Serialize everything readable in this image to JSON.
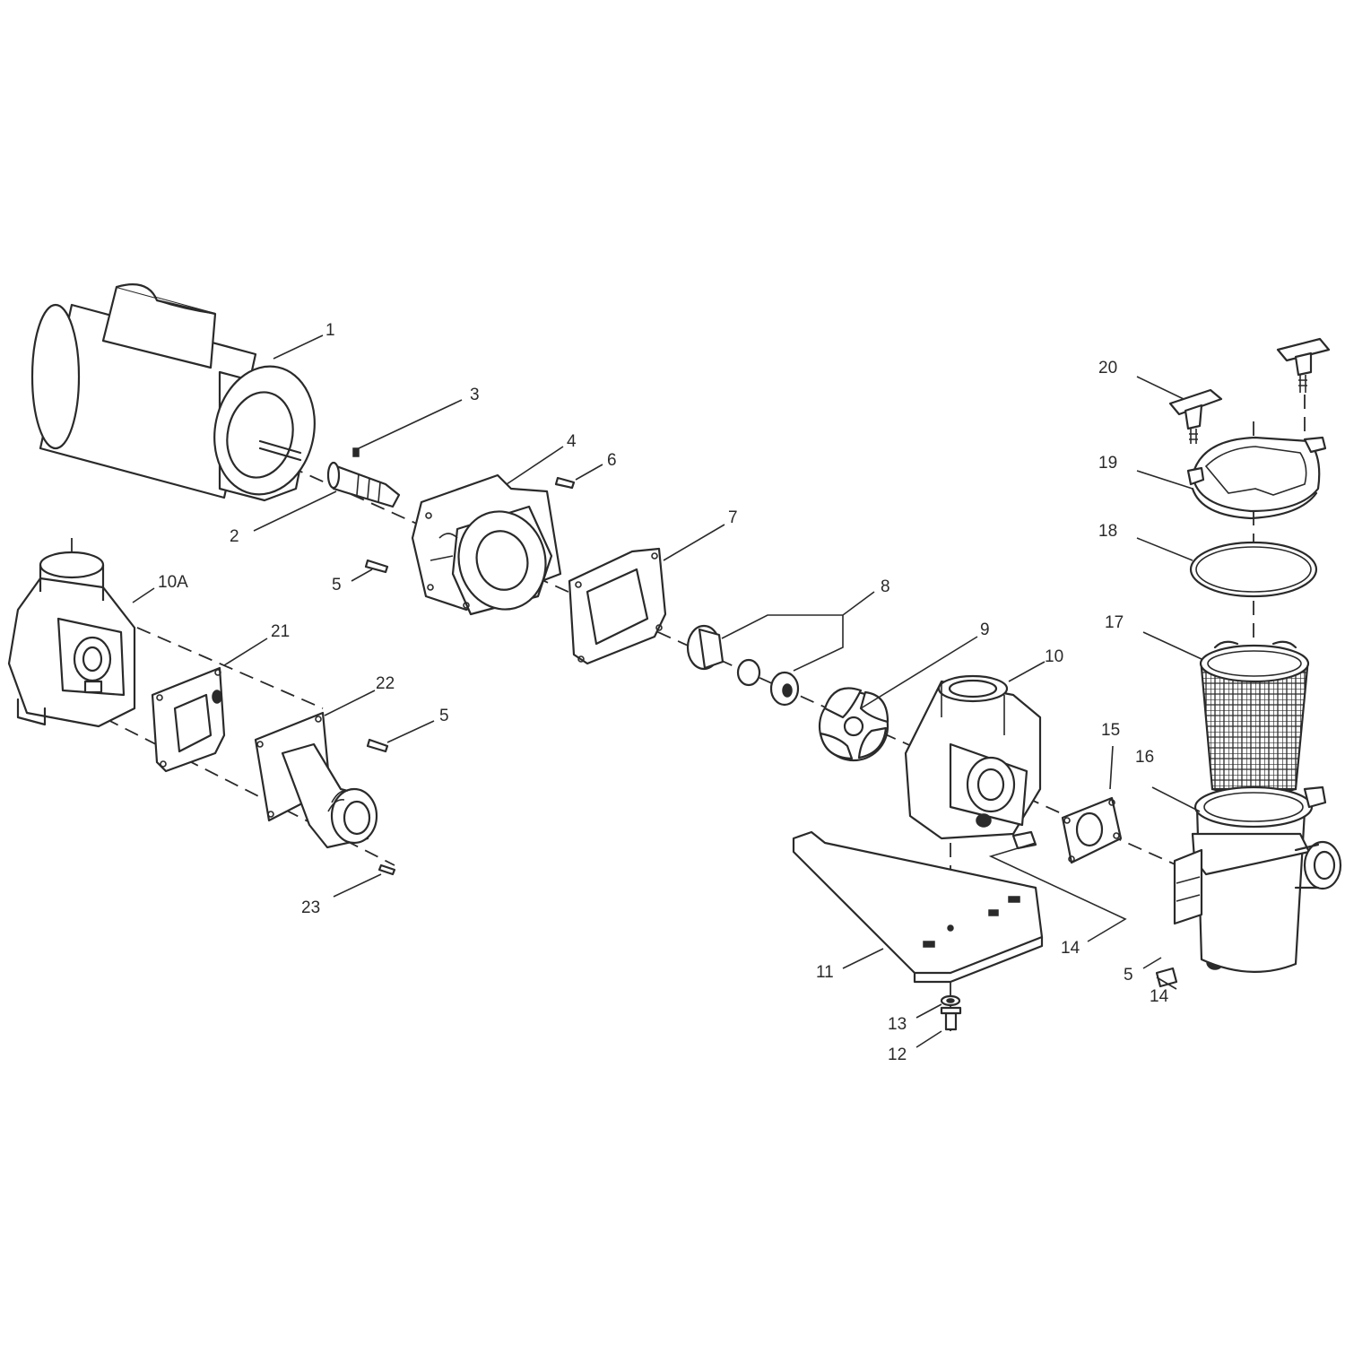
{
  "callouts": [
    {
      "id": "c1",
      "text": "1"
    },
    {
      "id": "c2",
      "text": "2"
    },
    {
      "id": "c3",
      "text": "3"
    },
    {
      "id": "c4",
      "text": "4"
    },
    {
      "id": "c5a",
      "text": "5"
    },
    {
      "id": "c5b",
      "text": "5"
    },
    {
      "id": "c5c",
      "text": "5"
    },
    {
      "id": "c6",
      "text": "6"
    },
    {
      "id": "c7",
      "text": "7"
    },
    {
      "id": "c8",
      "text": "8"
    },
    {
      "id": "c9",
      "text": "9"
    },
    {
      "id": "c10",
      "text": "10"
    },
    {
      "id": "c10a",
      "text": "10A"
    },
    {
      "id": "c11",
      "text": "11"
    },
    {
      "id": "c12",
      "text": "12"
    },
    {
      "id": "c13",
      "text": "13"
    },
    {
      "id": "c14a",
      "text": "14"
    },
    {
      "id": "c14b",
      "text": "14"
    },
    {
      "id": "c15",
      "text": "15"
    },
    {
      "id": "c16",
      "text": "16"
    },
    {
      "id": "c17",
      "text": "17"
    },
    {
      "id": "c18",
      "text": "18"
    },
    {
      "id": "c19",
      "text": "19"
    },
    {
      "id": "c20",
      "text": "20"
    },
    {
      "id": "c21",
      "text": "21"
    },
    {
      "id": "c22",
      "text": "22"
    },
    {
      "id": "c23",
      "text": "23"
    }
  ]
}
